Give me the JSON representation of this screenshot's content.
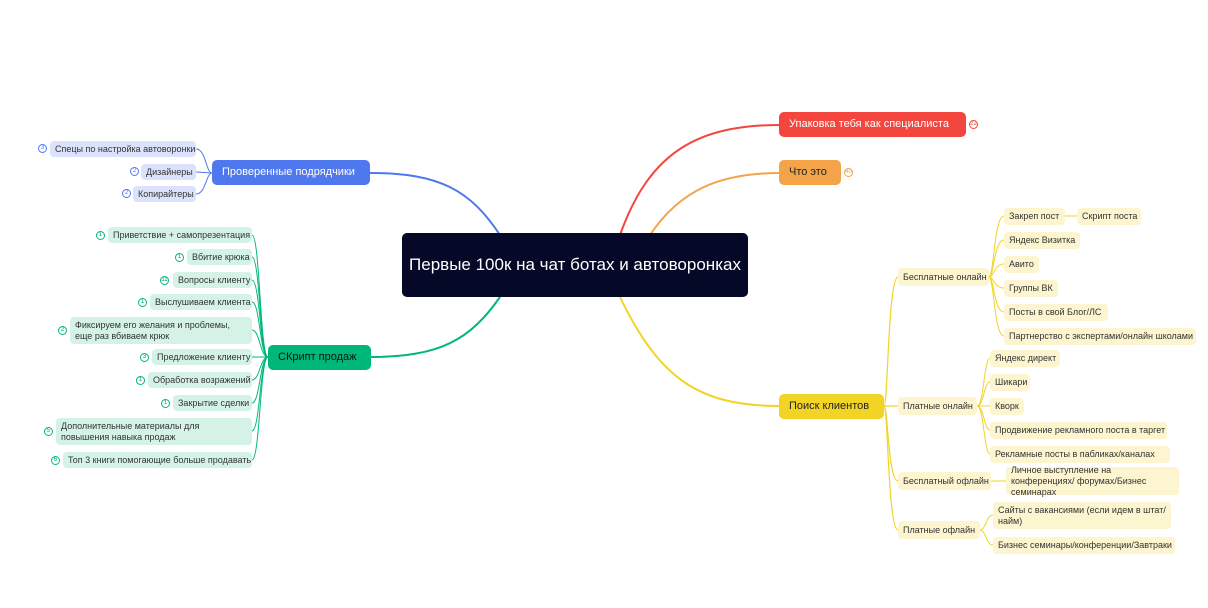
{
  "root": {
    "title": "Первые 100к на чат ботах и автоворонках"
  },
  "colors": {
    "root": "#050826",
    "red": "#f2463e",
    "orange": "#f3a449",
    "yellow": "#f1d426",
    "blue": "#4f78ee",
    "green": "#00b77a"
  },
  "branches": {
    "upakovka": {
      "label": "Упаковка тебя как специалиста",
      "badge": "22"
    },
    "chto": {
      "label": "Что это",
      "badge": "40"
    },
    "poisk": {
      "label": "Поиск клиентов",
      "groups": {
        "besplatnye_online": {
          "label": "Бесплатные онлайн",
          "items": [
            "Закреп пост",
            "Скрипт поста",
            "Яндекс Визитка",
            "Авито",
            "Группы ВК",
            "Посты в свой Блог/ЛС",
            "Партнерство с экспертами/онлайн школами"
          ]
        },
        "platnye_online": {
          "label": "Платные онлайн",
          "items": [
            "Яндекс директ",
            "Шикари",
            "Кворк",
            "Продвижение рекламного поста в таргет",
            "Рекламные посты в пабликах/каналах"
          ]
        },
        "besplatny_offline": {
          "label": "Бесплатный офлайн",
          "items": [
            "Личное выступление на конференциях/ форумах/Бизнес семинарах"
          ]
        },
        "platnye_offline": {
          "label": "Платные офлайн",
          "items": [
            "Сайты с вакансиями (если идем в штат/ найм)",
            "Бизнес семинары/конференции/Завтраки"
          ]
        }
      }
    },
    "podryadchiki": {
      "label": "Проверенные подрядчики",
      "items": [
        {
          "label": "Спецы по настройка автоворонки",
          "badge": "3"
        },
        {
          "label": "Дизайнеры",
          "badge": "2"
        },
        {
          "label": "Копирайтеры",
          "badge": "2"
        }
      ]
    },
    "skript": {
      "label": "СКрипт продаж",
      "items": [
        {
          "label": "Приветствие + самопрезентация",
          "badge": "1"
        },
        {
          "label": "Вбитие крюка",
          "badge": "1"
        },
        {
          "label": "Вопросы клиенту",
          "badge": "11"
        },
        {
          "label": "Выслушиваем клиента",
          "badge": "1"
        },
        {
          "label": "Фиксируем его желания и проблемы, еще раз вбиваем крюк",
          "badge": "2"
        },
        {
          "label": "Предложение клиенту",
          "badge": "3"
        },
        {
          "label": "Обработка возражений",
          "badge": "1"
        },
        {
          "label": "Закрытие сделки",
          "badge": "1"
        },
        {
          "label": "Дополнительные материалы для повышения навыка продаж",
          "badge": "5"
        },
        {
          "label": "Топ 3 книги помогающие больше продавать",
          "badge": "6"
        }
      ]
    }
  }
}
